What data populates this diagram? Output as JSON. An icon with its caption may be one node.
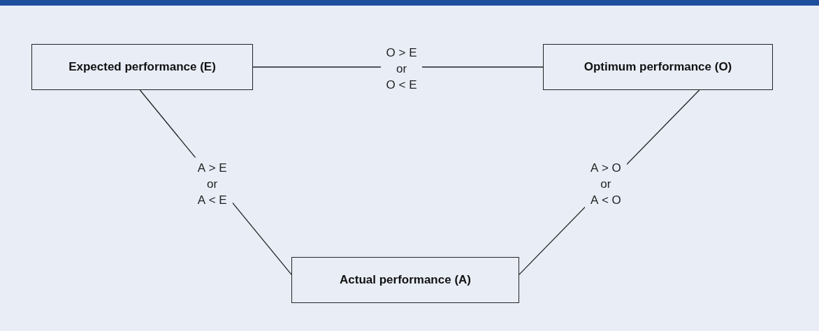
{
  "diagram": {
    "nodes": [
      {
        "text": [
          "Expected performance (E)"
        ]
      },
      {
        "text": [
          "Optimum performance (O)"
        ]
      },
      {
        "text": [
          "Actual performance (A)"
        ]
      }
    ],
    "edges": [
      {
        "from": 0,
        "to": 1,
        "arrow": "none",
        "label": "O > E or O < E"
      },
      {
        "from": 0,
        "to": 2,
        "arrow": "none",
        "label": "A > E or A < E"
      },
      {
        "from": 1,
        "to": 2,
        "arrow": "none",
        "label": "A > O or A < O"
      }
    ]
  }
}
